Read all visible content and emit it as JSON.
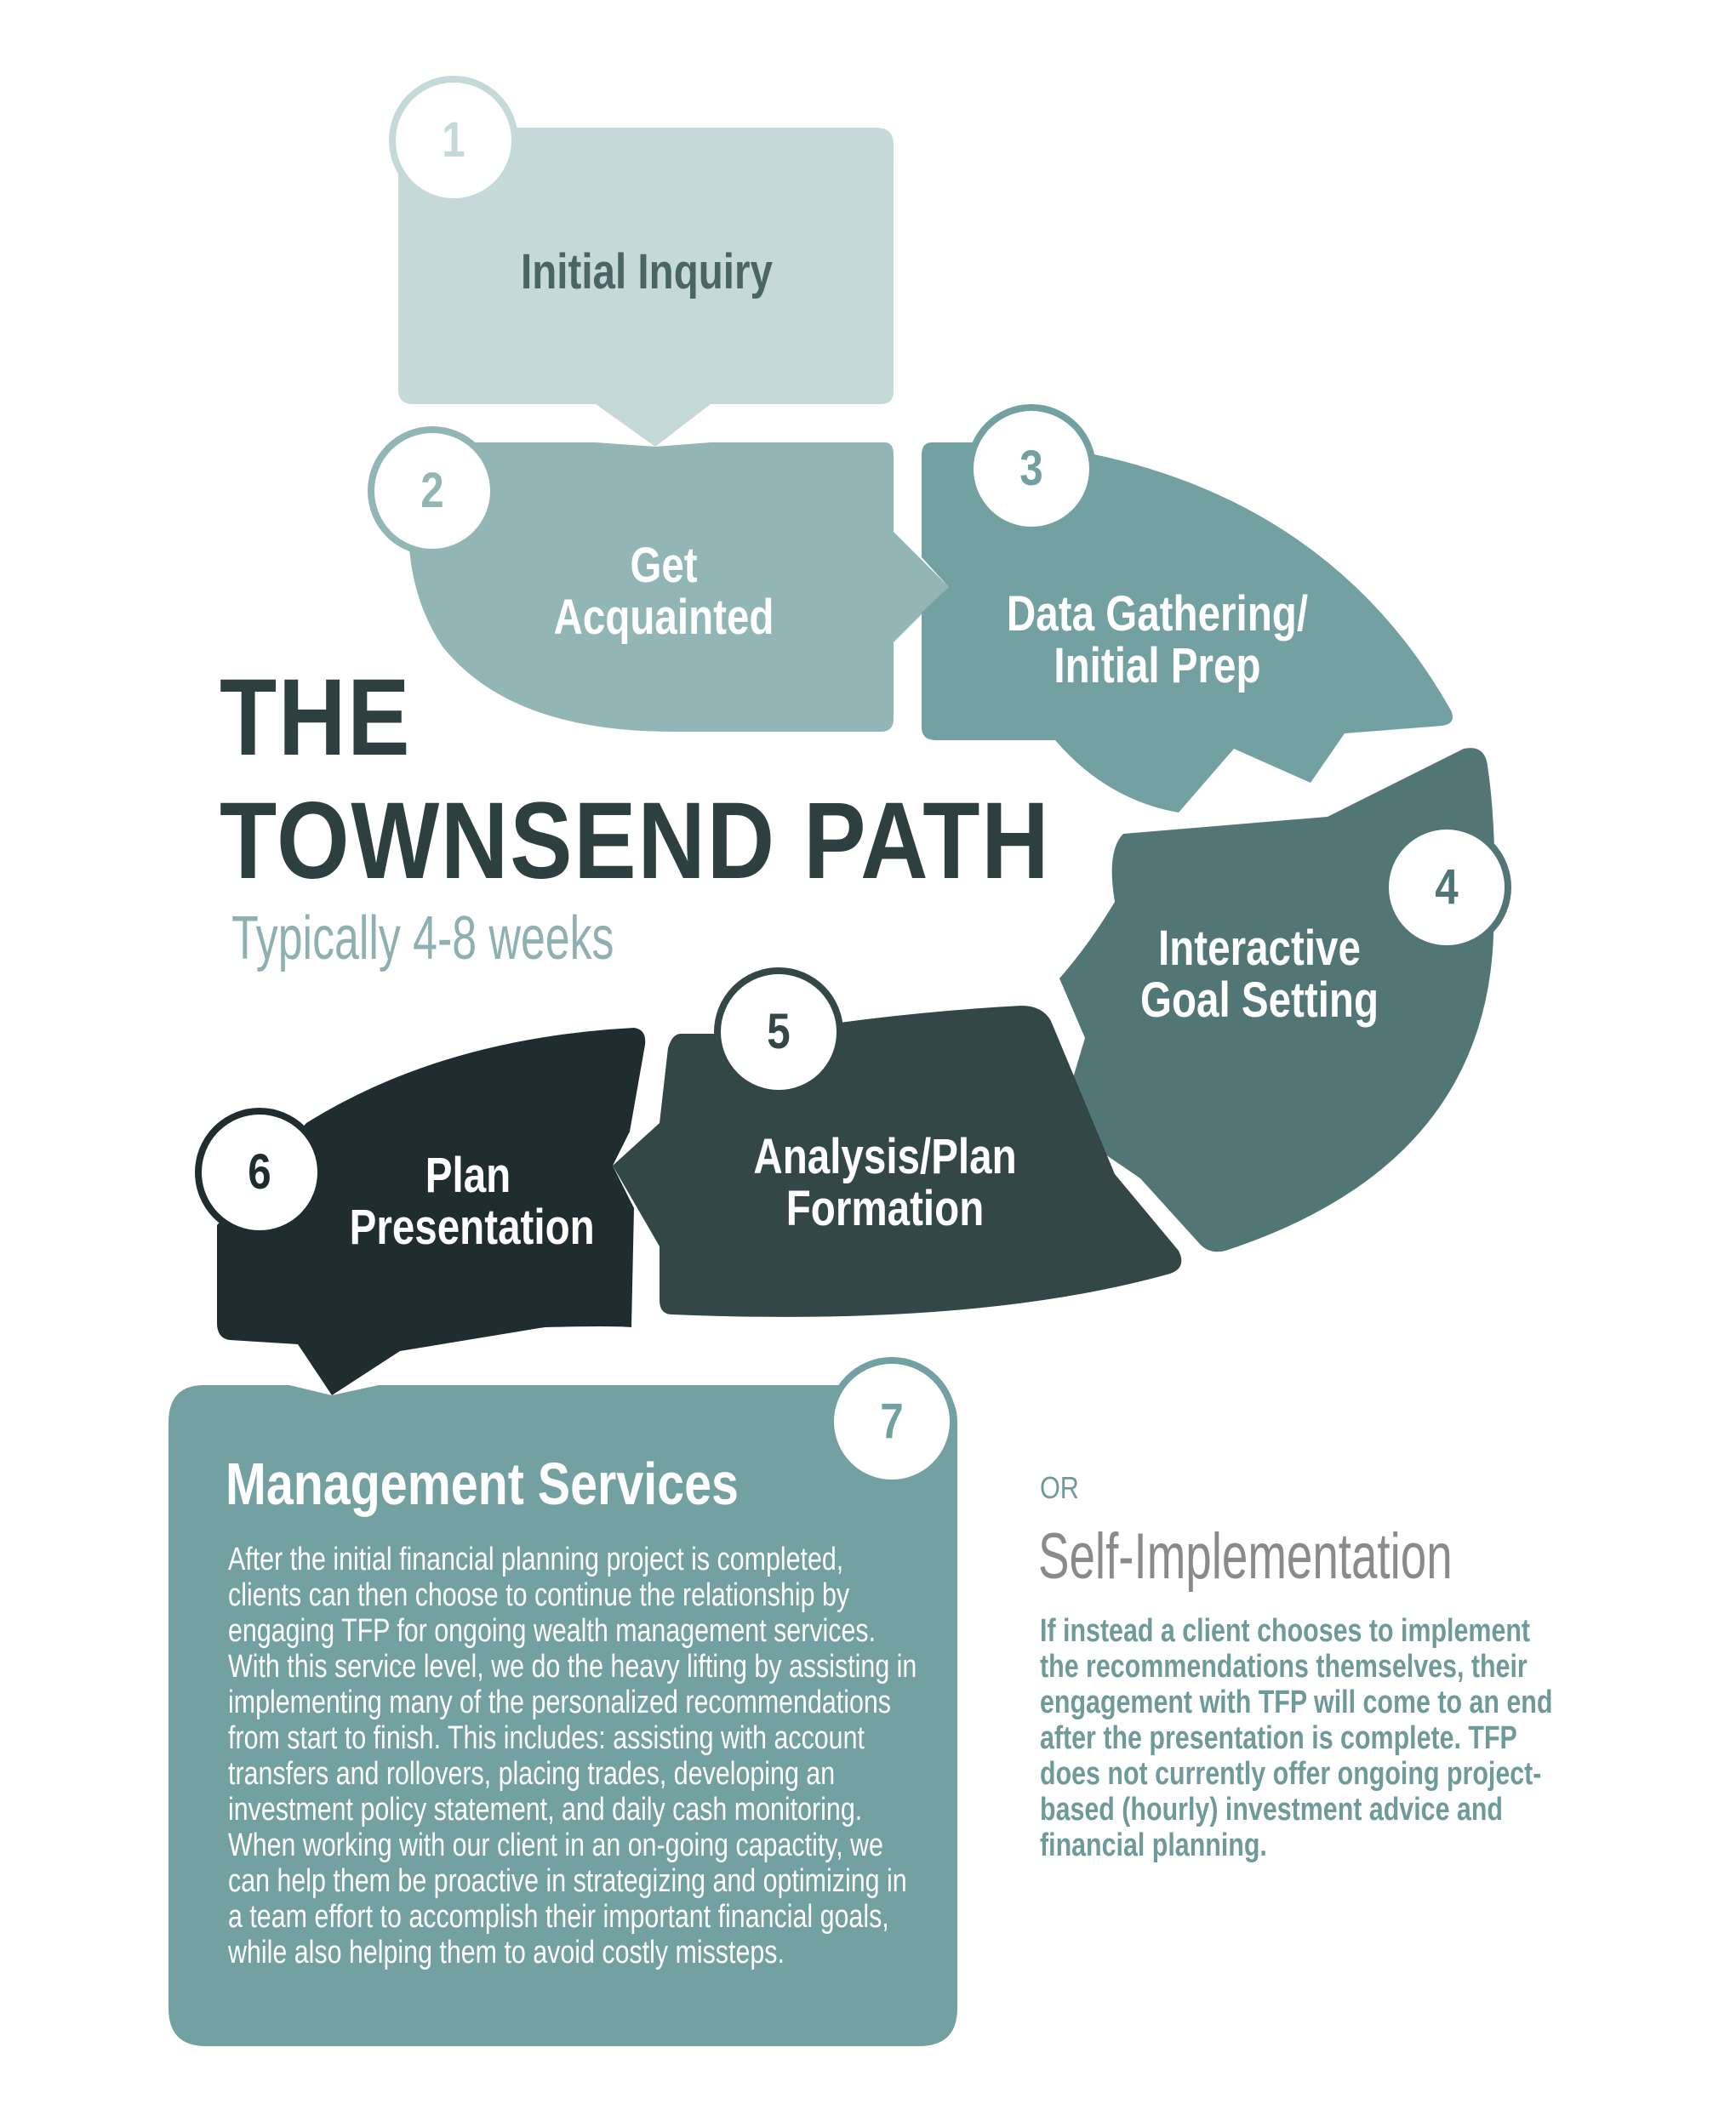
{
  "title": {
    "line1": "THE",
    "line2": "TOWNSEND PATH",
    "subtitle": "Typically 4-8 weeks"
  },
  "steps": [
    {
      "number": "1",
      "label": "Initial Inquiry",
      "color": "#c5d9d8"
    },
    {
      "number": "2",
      "label": "Get Acquainted",
      "color": "#92b5b5"
    },
    {
      "number": "3",
      "label_line1": "Data Gathering/",
      "label_line2": "Initial Prep",
      "color": "#73a0a0"
    },
    {
      "number": "4",
      "label_line1": "Interactive",
      "label_line2": "Goal Setting",
      "color": "#527575"
    },
    {
      "number": "5",
      "label_line1": "Analysis/Plan",
      "label_line2": "Formation",
      "color": "#334747"
    },
    {
      "number": "6",
      "label_line1": "Plan",
      "label_line2": "Presentation",
      "color": "#1f2d2e"
    },
    {
      "number": "7",
      "color": "#73a0a0"
    }
  ],
  "management": {
    "title": "Management Services",
    "text": "After the initial financial planning project is completed, clients can then choose to continue the relationship by engaging TFP for ongoing wealth management services. With this service level, we do the heavy lifting by assisting in implementing many of the personalized recommendations from start to finish.  This includes: assisting with account transfers and rollovers, placing trades, developing an investment policy statement, and daily cash monitoring.  When working with our client in an on-going capactity, we can help them be proactive in strategizing and optimizing in a team effort to accomplish their important financial goals, while also helping them to avoid costly missteps."
  },
  "alternative": {
    "or": "OR",
    "title": "Self-Implementation",
    "text": "If instead a client chooses to implement the recommendations themselves, their engagement with TFP will come to an end after the presentation is complete. TFP does not currently offer ongoing project-based (hourly) investment advice and financial planning."
  }
}
